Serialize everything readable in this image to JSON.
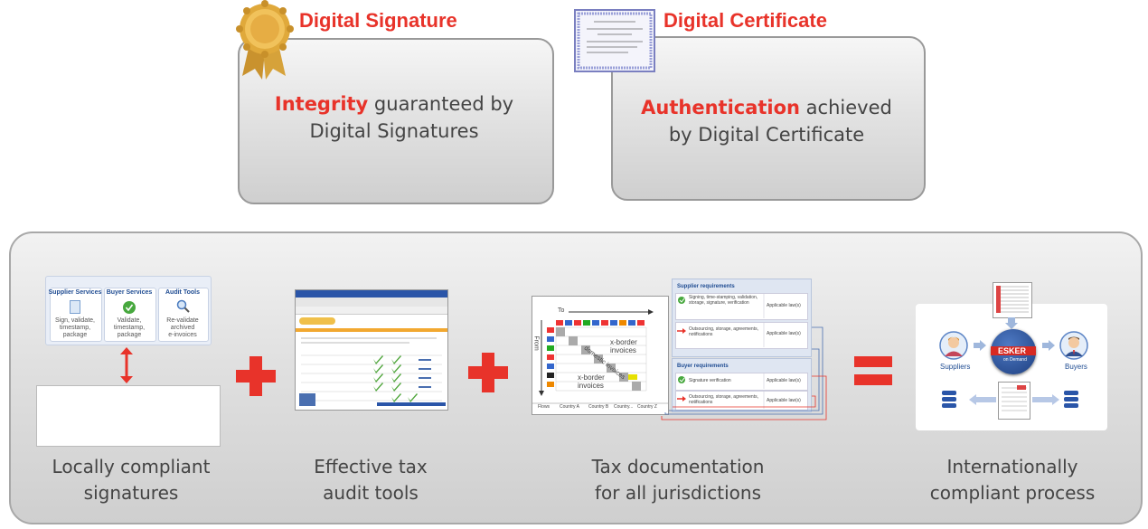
{
  "top": {
    "signature": {
      "title": "Digital Signature",
      "highlight": "Integrity",
      "text_rest": " guaranteed by",
      "text_line2": "Digital Signatures",
      "icon": "award-ribbon-icon"
    },
    "certificate": {
      "title": "Digital Certificate",
      "highlight": "Authentication",
      "text_rest": " achieved",
      "text_line2": "by Digital Certificate",
      "icon": "certificate-document-icon"
    }
  },
  "services": {
    "supplier": {
      "title": "Supplier Services",
      "desc": [
        "Sign, validate,",
        "timestamp,",
        "package"
      ]
    },
    "buyer": {
      "title": "Buyer Services",
      "desc": [
        "Validate,",
        "timestamp,",
        "package"
      ]
    },
    "audit": {
      "title": "Audit Tools",
      "desc": [
        "Re-validate",
        "archived",
        "e-invoices"
      ]
    }
  },
  "matrix": {
    "to_label": "To",
    "from_label": "From",
    "cross_border_top": [
      "x-border",
      "invoices"
    ],
    "domestic": "domestic invoices",
    "cross_border_bottom": [
      "x-border",
      "invoices"
    ],
    "tabs": [
      "Flows",
      "Country A",
      "Country B",
      "Country...",
      "Country Z"
    ]
  },
  "requirements": {
    "supplier_head": "Supplier requirements",
    "supplier_rows": [
      {
        "text": "Signing, time-stamping, validation, storage, signature, verification",
        "law": "Applicable law(s)"
      },
      {
        "text": "Outsourcing, storage, agreements, notifications",
        "law": "Applicable law(s)"
      }
    ],
    "buyer_head": "Buyer requirements",
    "buyer_rows": [
      {
        "text": "Signature verification",
        "law": "Applicable law(s)"
      },
      {
        "text": "Outsourcing, storage, agreements, notifications",
        "law": "Applicable law(s)"
      }
    ]
  },
  "process": {
    "suppliers": "Suppliers",
    "buyers": "Buyers",
    "logo": "ESKER",
    "logo_sub": "on Demand"
  },
  "captions": {
    "c1": [
      "Locally compliant",
      "signatures"
    ],
    "c2": [
      "Effective tax",
      "audit tools"
    ],
    "c3": [
      "Tax documentation",
      "for all jurisdictions"
    ],
    "c4": [
      "Internationally",
      "compliant process"
    ]
  },
  "colors": {
    "accent": "#e8332a",
    "text": "#444444",
    "blue": "#1f4c92"
  }
}
